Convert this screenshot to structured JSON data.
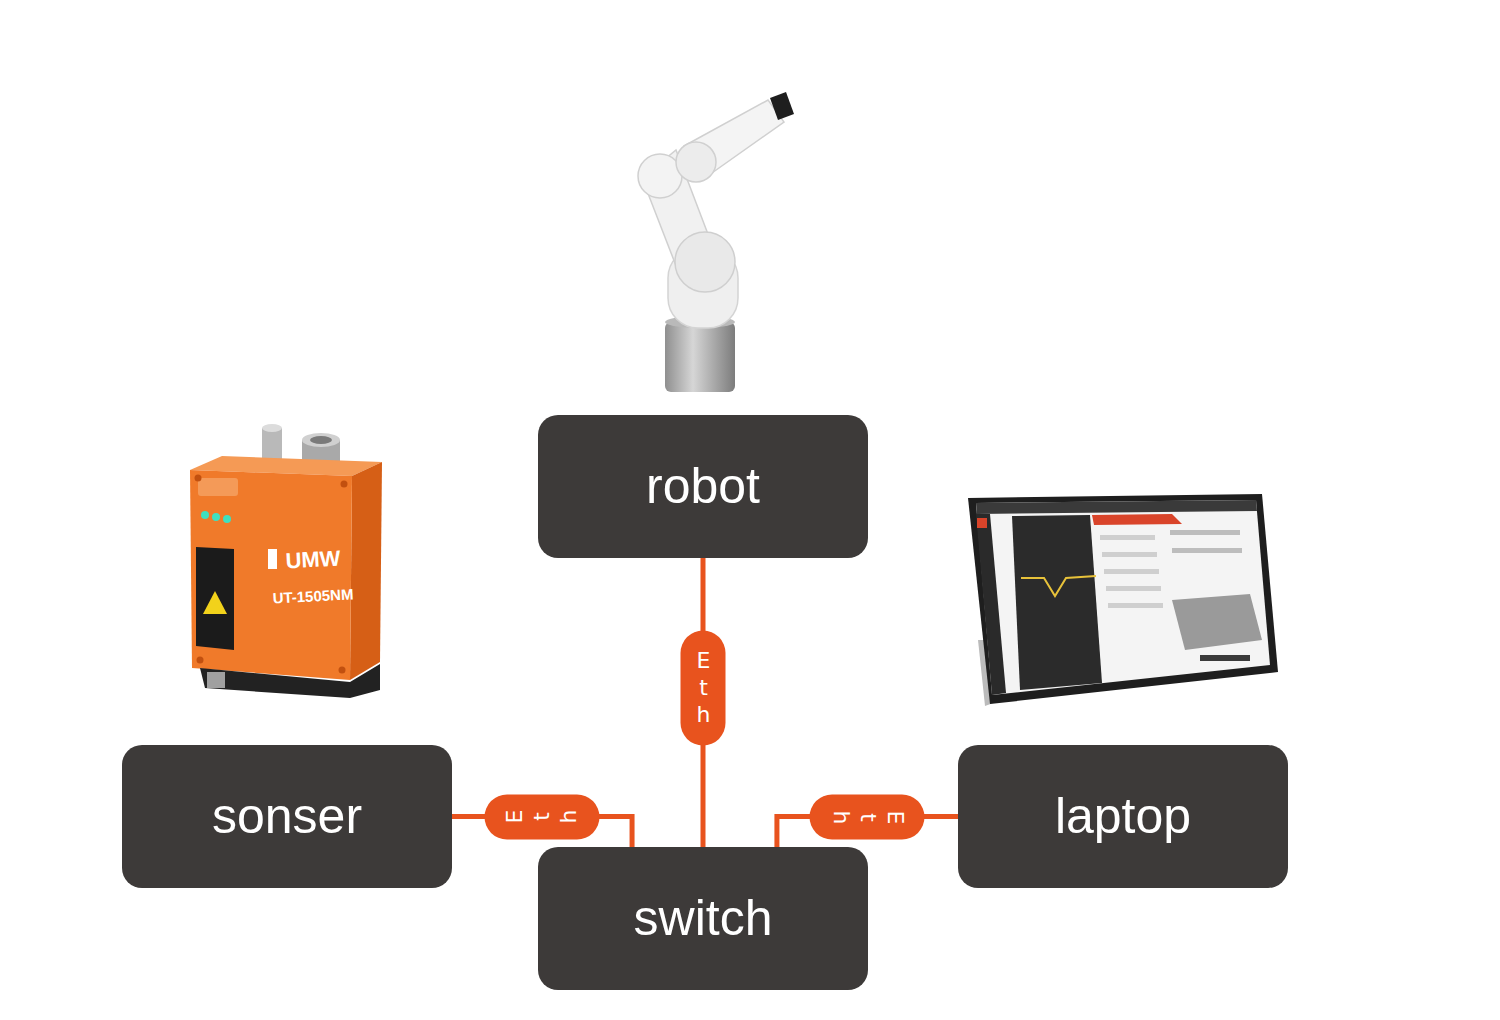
{
  "diagram": {
    "nodes": [
      {
        "text": [
          "robot"
        ]
      },
      {
        "text": [
          "sonser"
        ]
      },
      {
        "text": [
          "laptop"
        ]
      },
      {
        "text": [
          "switch"
        ]
      }
    ],
    "edges": [
      {
        "from": 0,
        "to": 3,
        "label": "Eth",
        "arrow": "none"
      },
      {
        "from": 1,
        "to": 3,
        "label": "Eth",
        "arrow": "none"
      },
      {
        "from": 2,
        "to": 3,
        "label": "Eth",
        "arrow": "none"
      }
    ],
    "labels": [
      "UMW",
      "UT-1505NM"
    ]
  }
}
